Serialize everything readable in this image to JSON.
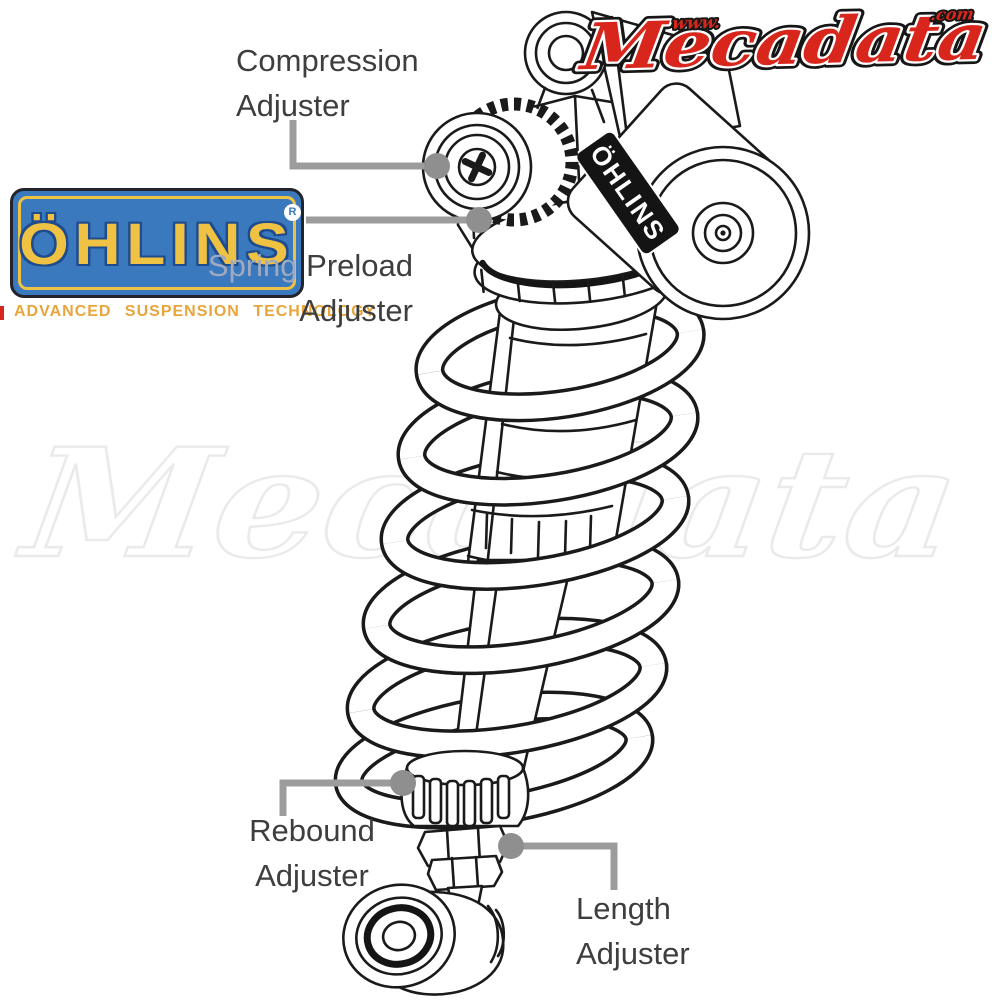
{
  "colors": {
    "ohlins_blue": "#3B79BF",
    "ohlins_yellow": "#EFC243",
    "tagline_orange": "#E8A53C",
    "mecadata_red": "#D9261C",
    "callout_gray": "#9C9C9C",
    "label_text": "#3E3E3E",
    "line_art": "#1a1a1a",
    "watermark_gray": "#EAEAEA"
  },
  "header_logo": {
    "www": "www.",
    "name": "Mecadata",
    "tld": ".com"
  },
  "watermark": {
    "text": "Mecadata"
  },
  "ohlins_logo": {
    "wordmark": "ÖHLINS",
    "registered": "R",
    "tagline": "ADVANCED SUSPENSION TECHNOLOGY"
  },
  "drawing": {
    "reservoir_label": "ÖHLINS"
  },
  "labels": {
    "compression": {
      "line1": "Compression",
      "line2": "Adjuster"
    },
    "spring_preload": {
      "word1": "Spring",
      "word2": "Preload",
      "line2": "Adjuster"
    },
    "rebound": {
      "line1": "Rebound",
      "line2": "Adjuster"
    },
    "length": {
      "line1": "Length",
      "line2": "Adjuster"
    }
  }
}
